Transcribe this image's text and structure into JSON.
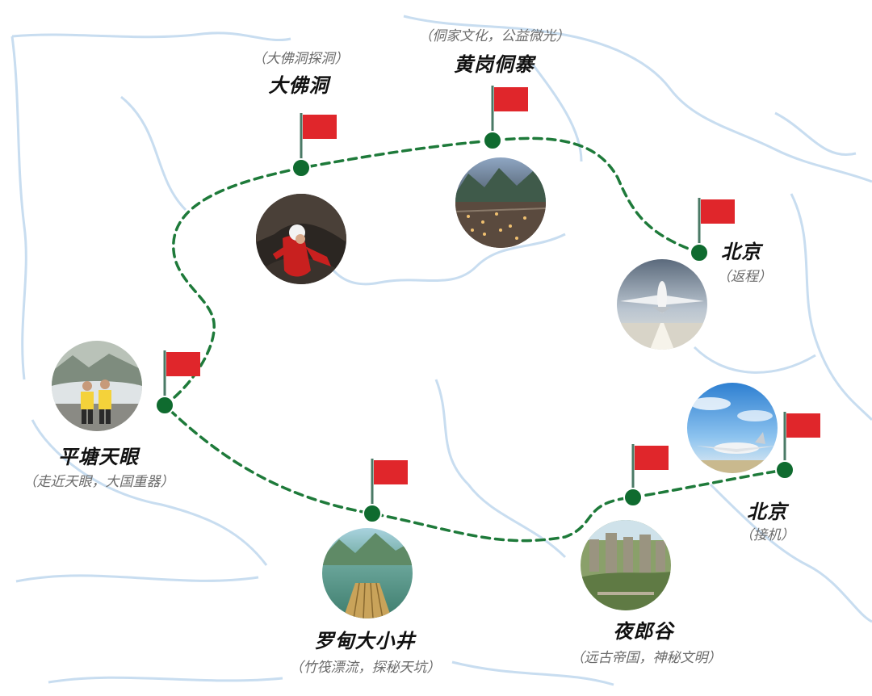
{
  "colors": {
    "route": "#1e7a3a",
    "node": "#0f6b2f",
    "flag": "#e0262b",
    "pole": "#4a7a66",
    "map_lines": "#c8ddf0"
  },
  "stops": [
    {
      "id": "dafodong",
      "name": "大佛洞",
      "subtitle": "（大佛洞探洞）",
      "photo": "cave-explorer-photo"
    },
    {
      "id": "huanggang",
      "name": "黄岗侗寨",
      "subtitle": "（侗家文化，公益微光）",
      "photo": "dong-village-photo"
    },
    {
      "id": "beijing_return",
      "name": "北京",
      "subtitle": "（返程）",
      "photo": "airplane-takeoff-photo"
    },
    {
      "id": "pingtang",
      "name": "平塘天眼",
      "subtitle": "（走近天眼，大国重器）",
      "photo": "fast-telescope-photo"
    },
    {
      "id": "luodian",
      "name": "罗甸大小井",
      "subtitle": "（竹筏漂流，探秘天坑）",
      "photo": "bamboo-raft-river-photo"
    },
    {
      "id": "yelanggu",
      "name": "夜郎谷",
      "subtitle": "（远古帝国，神秘文明）",
      "photo": "yelang-valley-photo"
    },
    {
      "id": "beijing_arrive",
      "name": "北京",
      "subtitle": "（接机）",
      "photo": "airplane-sky-photo"
    }
  ]
}
